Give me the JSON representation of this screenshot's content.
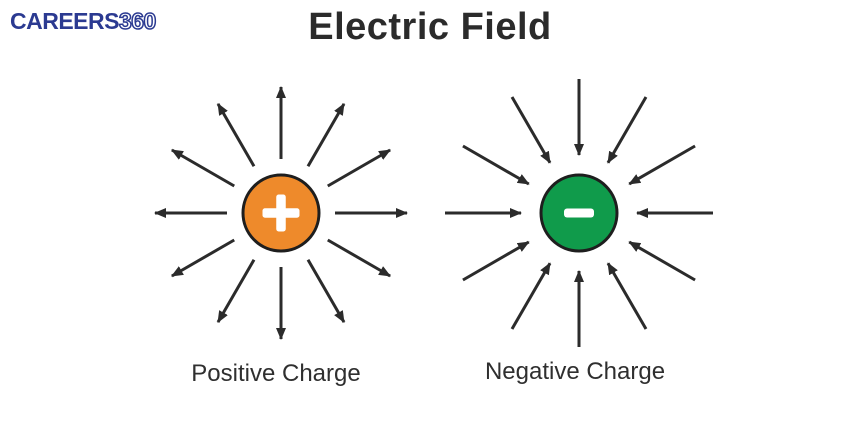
{
  "page": {
    "background": "#ffffff"
  },
  "logo": {
    "text_bold": "CAREERS",
    "text_outline": "360",
    "color": "#2b3a91"
  },
  "title": {
    "text": "Electric Field",
    "color": "#2b2b2b"
  },
  "diagrams": [
    {
      "id": "positive",
      "label": "Positive Charge",
      "symbol": "+",
      "field_direction": "outward",
      "circle_fill": "#ee8a2b",
      "circle_stroke": "#1e1e1e",
      "circle_radius": 38,
      "symbol_color": "#ffffff",
      "arrow_color": "#2b2b2b",
      "arrow_count": 12,
      "arrow_inner_radius": 54,
      "arrow_outer_radius": 126
    },
    {
      "id": "negative",
      "label": "Negative Charge",
      "symbol": "-",
      "field_direction": "inward",
      "circle_fill": "#109b4b",
      "circle_stroke": "#1e1e1e",
      "circle_radius": 38,
      "symbol_color": "#ffffff",
      "arrow_color": "#2b2b2b",
      "arrow_count": 12,
      "arrow_inner_radius": 58,
      "arrow_outer_radius": 134
    }
  ]
}
